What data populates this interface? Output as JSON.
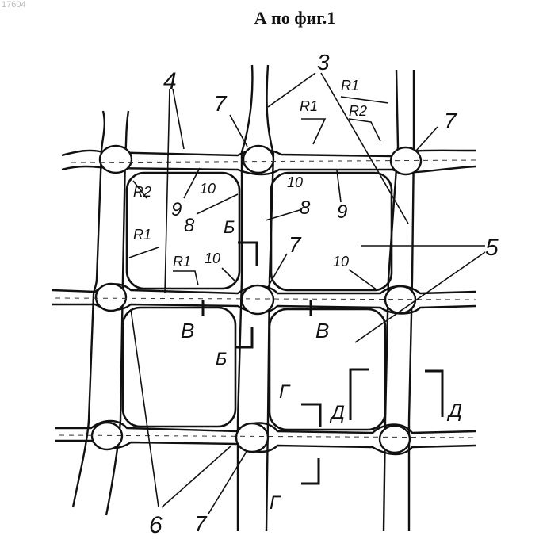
{
  "document_id": "17604",
  "title": "А по фиг.1",
  "labels": {
    "ref_3": "3",
    "ref_4": "4",
    "ref_5": "5",
    "ref_6": "6",
    "ref_7": "7",
    "ref_8": "8",
    "ref_9": "9",
    "ref_10": "10",
    "r1": "R1",
    "r2": "R2",
    "section_b": "Б",
    "section_v": "В",
    "section_g": "Г",
    "section_d": "Д"
  }
}
